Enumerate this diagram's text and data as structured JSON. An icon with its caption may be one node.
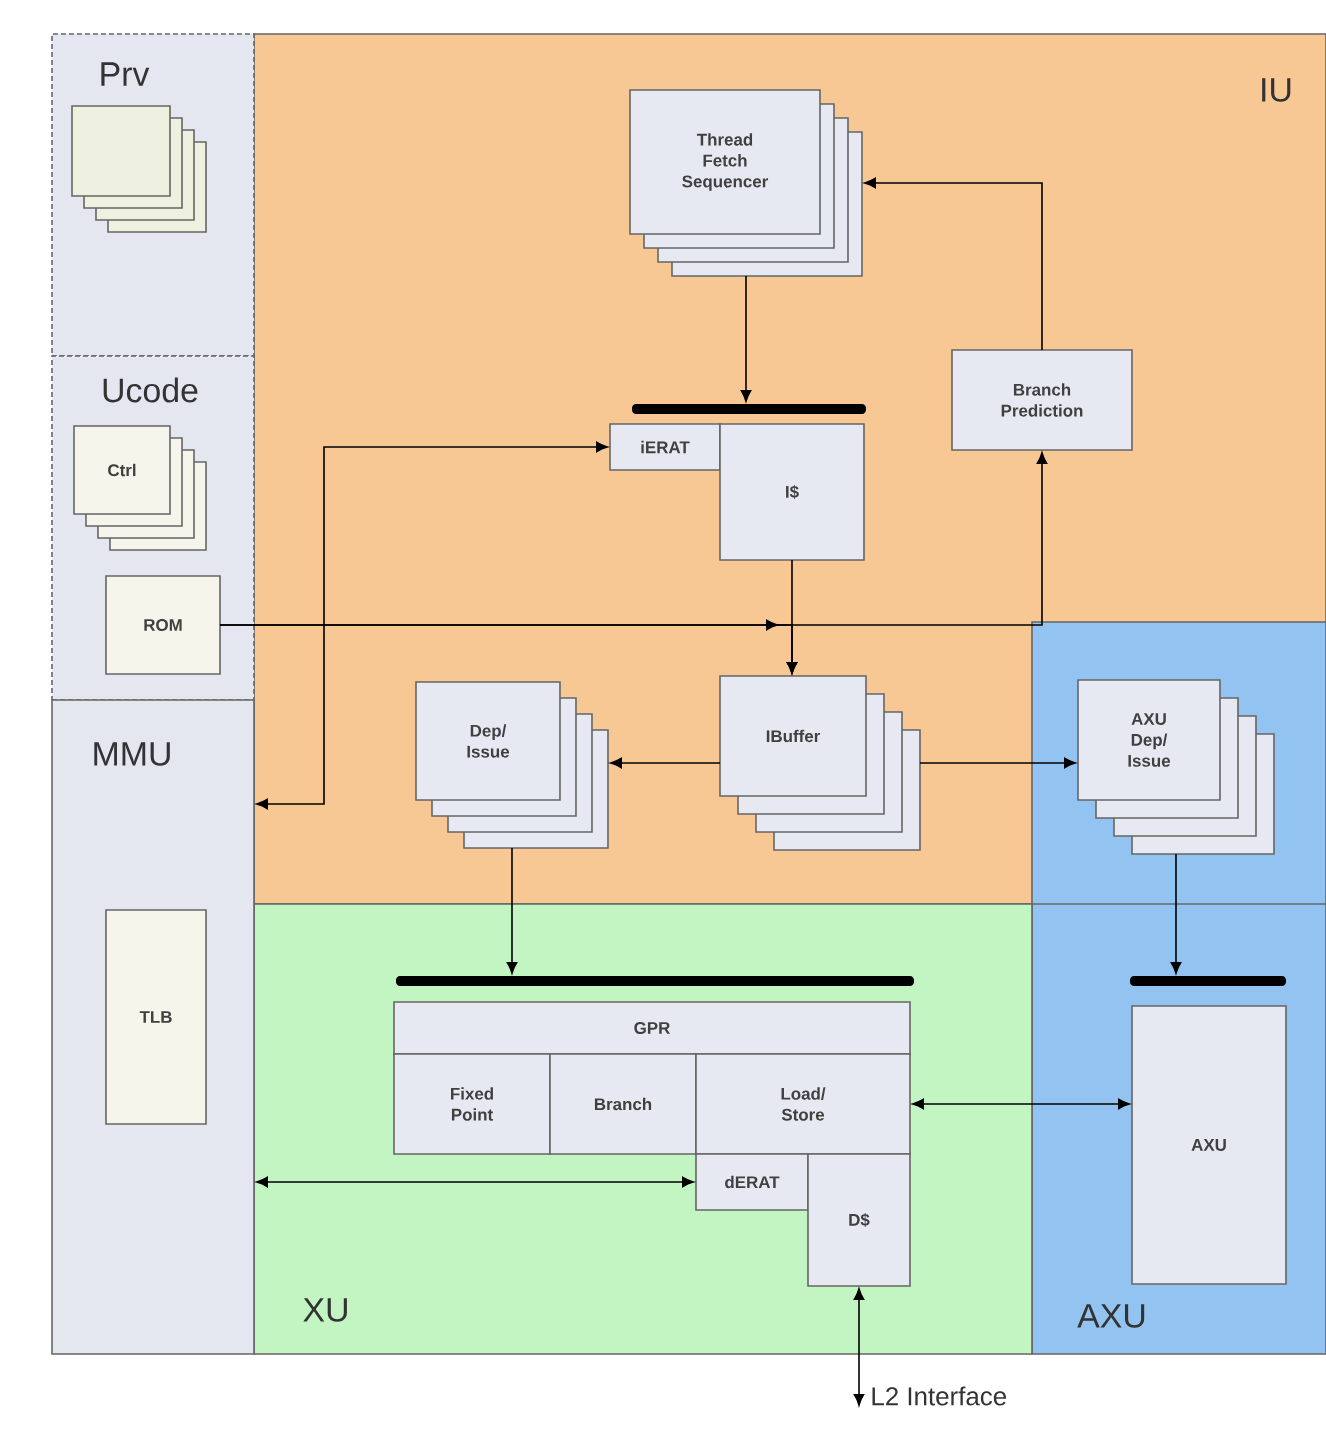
{
  "diagram": {
    "nodes": [
      {
        "text": [
          "Prv"
        ]
      },
      {
        "text": [],
        "shape": "box",
        "in": 0
      },
      {
        "text": [
          "Ucode"
        ]
      },
      {
        "text": [
          "Ctrl"
        ],
        "in": 2
      },
      {
        "text": [
          "ROM"
        ],
        "in": 2
      },
      {
        "text": [
          "MMU"
        ]
      },
      {
        "text": [
          "TLB"
        ],
        "in": 5
      },
      {
        "text": [
          "IU"
        ]
      },
      {
        "text": [
          "Thread Fetch Sequencer"
        ],
        "in": 7
      },
      {
        "text": [
          "Branch Prediction"
        ],
        "in": 7
      },
      {
        "text": [],
        "shape": "bar",
        "in": 7
      },
      {
        "text": [
          "iERAT"
        ],
        "in": 7
      },
      {
        "text": [
          "I$"
        ],
        "in": 7
      },
      {
        "text": [
          "Dep/ Issue"
        ],
        "in": 7
      },
      {
        "text": [
          "IBuffer"
        ],
        "in": 7
      },
      {
        "text": [
          "AXU"
        ]
      },
      {
        "text": [
          "AXU Dep/ Issue"
        ]
      },
      {
        "text": [],
        "shape": "bar",
        "in": 15
      },
      {
        "text": [
          "AXU"
        ],
        "in": 15
      },
      {
        "text": [
          "XU"
        ]
      },
      {
        "text": [],
        "shape": "bar",
        "in": 19
      },
      {
        "text": [
          "GPR"
        ],
        "in": 19
      },
      {
        "text": [
          "Fixed Point"
        ],
        "in": 19
      },
      {
        "text": [
          "Branch"
        ],
        "in": 19
      },
      {
        "text": [
          "Load/ Store"
        ],
        "in": 19
      },
      {
        "text": [
          "dERAT"
        ],
        "in": 19
      },
      {
        "text": [
          "D$"
        ],
        "in": 19
      },
      {
        "text": [
          "L2 Interface"
        ]
      }
    ],
    "edges": [
      {
        "from": 8,
        "to": 10,
        "arrow": "to"
      },
      {
        "from": 9,
        "to": 8,
        "arrow": "to"
      },
      {
        "from": 4,
        "to": 9,
        "arrow": "to"
      },
      {
        "from": 4,
        "to": 14,
        "arrow": "to"
      },
      {
        "from": 12,
        "to": 14,
        "arrow": "to"
      },
      {
        "from": 11,
        "to": 5,
        "arrow": "both"
      },
      {
        "from": 14,
        "to": 13,
        "arrow": "to"
      },
      {
        "from": 14,
        "to": 16,
        "arrow": "to"
      },
      {
        "from": 13,
        "to": 20,
        "arrow": "to"
      },
      {
        "from": 16,
        "to": 17,
        "arrow": "to"
      },
      {
        "from": 24,
        "to": 18,
        "arrow": "both"
      },
      {
        "from": 25,
        "to": 5,
        "arrow": "both"
      },
      {
        "from": 26,
        "to": 27,
        "arrow": "both"
      }
    ]
  }
}
